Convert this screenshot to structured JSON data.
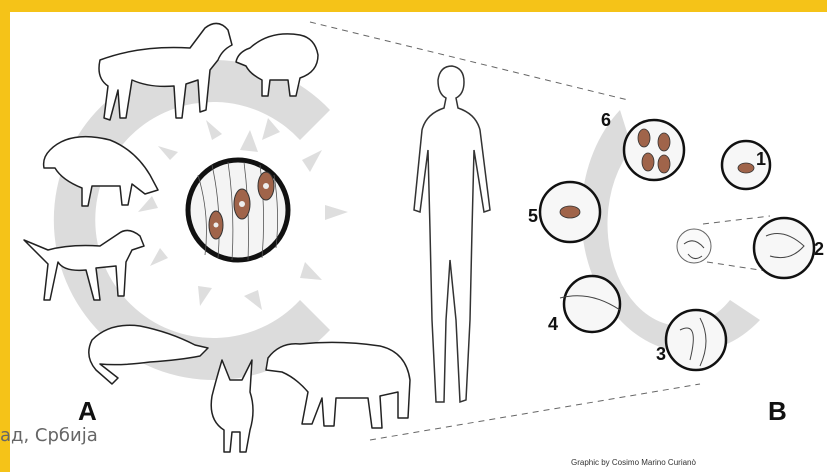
{
  "panels": {
    "left_label": "A",
    "right_label": "B"
  },
  "stages": [
    {
      "number": "1"
    },
    {
      "number": "2"
    },
    {
      "number": "3"
    },
    {
      "number": "4"
    },
    {
      "number": "5"
    },
    {
      "number": "6"
    }
  ],
  "footer": {
    "location_text": "ад, Србија"
  },
  "credit": "Graphic by Cosimo Marino Curianò",
  "hosts_left": [
    "horse-icon",
    "pig-icon",
    "wild-boar-icon",
    "dog-icon",
    "walrus-icon",
    "fox-icon",
    "polar-bear-icon"
  ],
  "center_icon": "human-figure-icon",
  "colors": {
    "background_frame": "#f5c318",
    "panel": "#ffffff",
    "cycle_arc": "#d9d9d9"
  }
}
